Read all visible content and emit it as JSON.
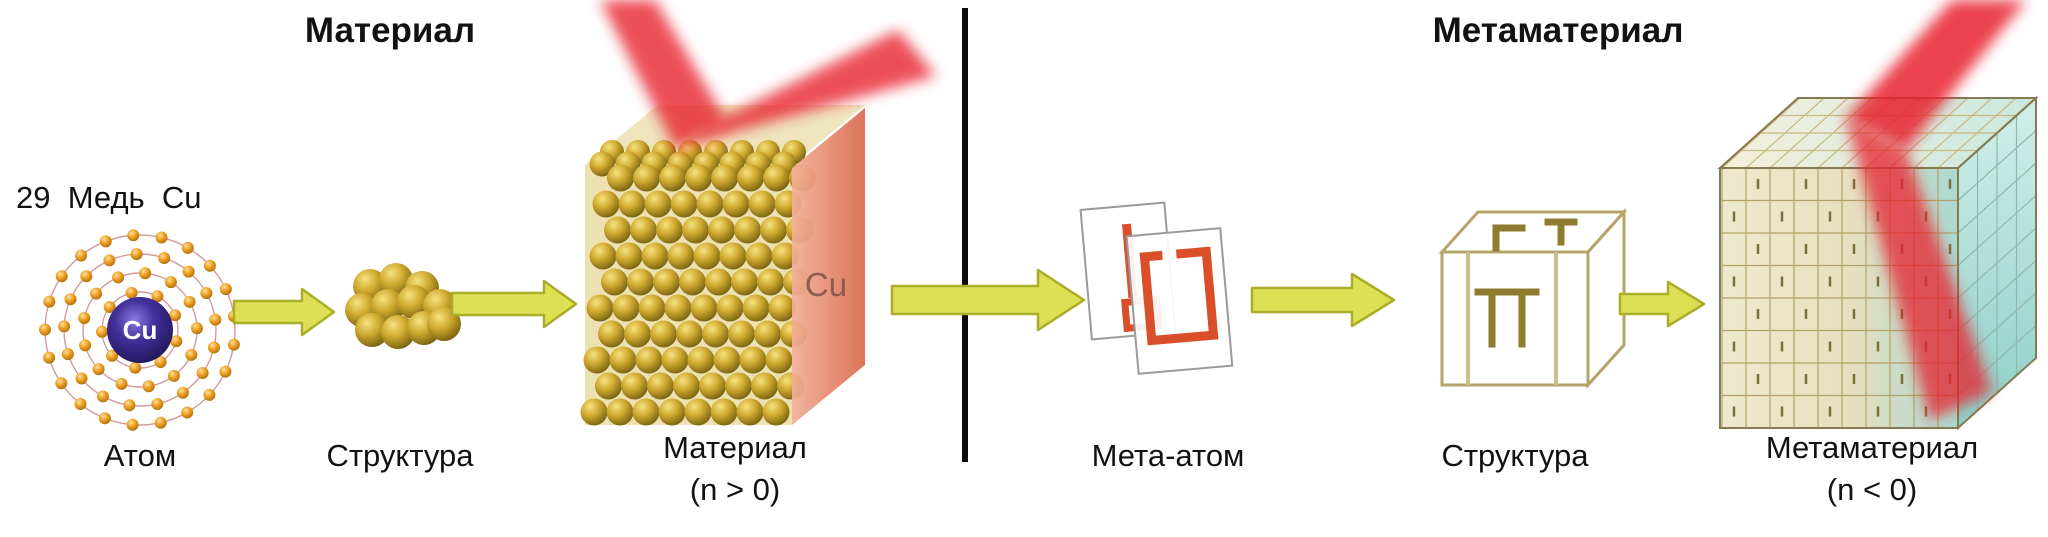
{
  "headers": {
    "left": "Материал",
    "right": "Метаматериал"
  },
  "atom": {
    "element_line": "29  Медь  Cu",
    "nucleus": "Cu",
    "caption": "Атом"
  },
  "cluster": {
    "caption": "Структура"
  },
  "material": {
    "caption": "Материал",
    "index_note": "(n > 0)",
    "cube_label": "Cu"
  },
  "meta_atom": {
    "caption": "Мета-атом"
  },
  "meta_structure": {
    "caption": "Структура"
  },
  "metamaterial": {
    "caption": "Метаматериал",
    "index_note": "(n < 0)"
  },
  "colors": {
    "arrow_fill": "#dde052",
    "arrow_stroke": "#a9ad2a",
    "beam_red": "#e8232d",
    "copper_gold": "#c8a62a",
    "nucleus_purple": "#241a5e",
    "resonator_red": "#d94f2a",
    "cube_beige": "#ece5c4",
    "cube_cyan": "#9fd8d2"
  }
}
